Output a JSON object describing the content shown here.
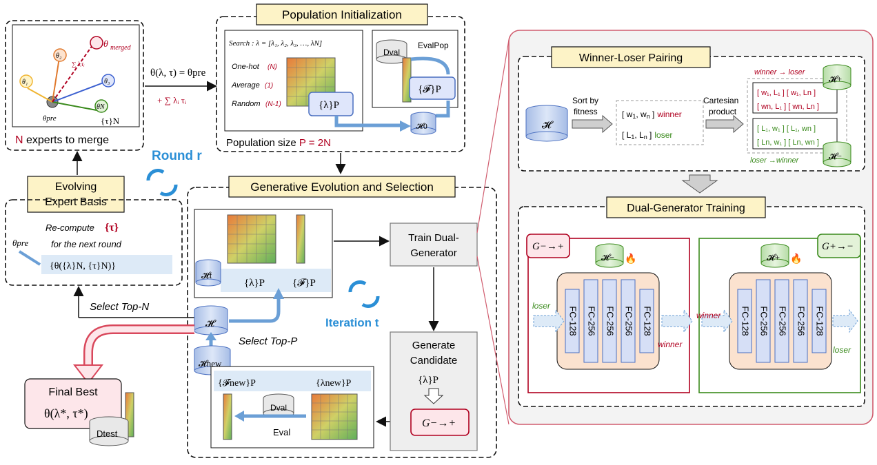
{
  "left": {
    "theta_merged": "θ",
    "theta_merged_sub": "merged",
    "theta2": "θ₂",
    "theta1": "θ₁",
    "theta3": "θ₃",
    "thetaN": "θN",
    "tau_set": "{τ}N",
    "theta_pre": "θpre",
    "sum_label": "∑ λᵢτᵢ",
    "experts_caption": "N experts to merge",
    "formula_top": "θ(λ, τ) = θpre",
    "formula_bottom": "+ ∑ λᵢ τᵢ"
  },
  "round": "Round r",
  "evolving": {
    "title_line1": "Evolving",
    "title_line2": "Expert Basis",
    "recompute": "Re-compute",
    "tau": "{τ}",
    "next_round": "for the next round",
    "theta_pre": "θpre",
    "formula": "{θ({λ}N, {τ}N)}"
  },
  "select_top_n": "Select Top-N",
  "population": {
    "title": "Population Initialization",
    "search": "Search : λ = [λ₁, λ₂, λ₃, …, λN]",
    "one_hot": "One-hot",
    "one_hot_n": "(N)",
    "average": "Average",
    "average_n": "(1)",
    "random": "Random",
    "random_n": "(N-1)",
    "lambda_p": "{λ}P",
    "d_val": "Dval",
    "evalpop": "EvalPop",
    "f_p": "{𝓕}P",
    "h0": "𝓗0",
    "size_label": "Population size",
    "size_value": "P = 2N"
  },
  "generative": {
    "title": "Generative Evolution and Selection",
    "h_t": "𝓗t",
    "lambda_p": "{λ}P",
    "f_p": "{𝓕}P",
    "train": "Train Dual-Generator",
    "iteration": "Iteration t",
    "h": "𝓗",
    "select_top_p": "Select Top-P",
    "h_new": "𝓗new",
    "f_new": "{𝓕new}P",
    "lambda_new": "{λnew}P",
    "d_val": "Dval",
    "eval": "Eval",
    "generate": "Generate Candidate",
    "gen_lambda": "{λ}P",
    "g_label": "G−→+"
  },
  "final": {
    "title": "Final Best",
    "formula": "θ(λ*, τ*)",
    "d_test": "Dtest"
  },
  "pairing": {
    "title": "Winner-Loser Pairing",
    "h": "𝓗",
    "sort_by": "Sort by",
    "fitness": "fitness",
    "w_pair": "[ w₁, wn ]",
    "winner": "winner",
    "l_pair": "[ L₁, Ln ]",
    "loser": "loser",
    "cartesian": "Cartesian",
    "product": "product",
    "winner_to_loser": "winner → loser",
    "loser_to_winner": "loser →winner",
    "h_plus": "𝓗+",
    "h_minus": "𝓗−",
    "wl_rows": [
      "[ w₁, L₁ ] [ w₁, Ln ]",
      "[ wn, L₁ ] [ wn, Ln ]"
    ],
    "lw_rows": [
      "[ L₁, w₁ ] [ L₁, wn ]",
      "[ Ln, w₁ ] [ Ln, wn ]"
    ]
  },
  "training": {
    "title": "Dual-Generator Training",
    "g_left": "G−→+",
    "g_right": "G+→−",
    "h_minus": "𝓗−",
    "h_plus": "𝓗+",
    "layers": [
      "FC-128",
      "FC-256",
      "FC-256",
      "FC-256",
      "FC-128"
    ],
    "loser": "loser",
    "winner": "winner"
  },
  "colors": {
    "red": "#b00020",
    "green": "#3a8a1c",
    "blue": "#2b8fd6",
    "pink_panel": "#f3f3f3",
    "panel_border": "#d05c6e"
  }
}
